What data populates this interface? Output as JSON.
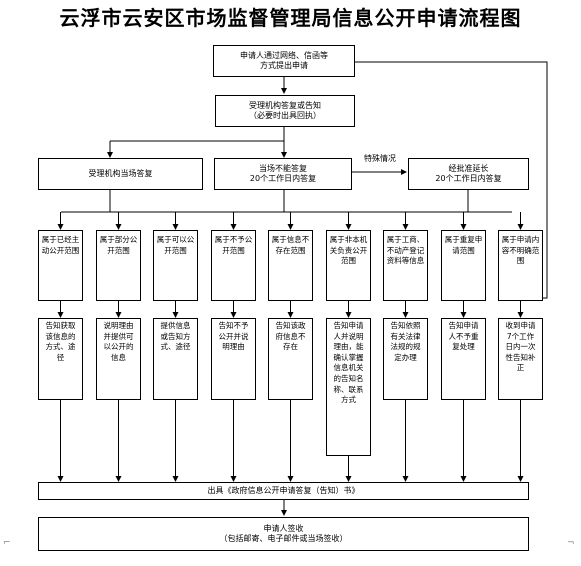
{
  "title": "云浮市云安区市场监督管理局信息公开申请流程图",
  "apply": [
    "申请人通过网络、信函等",
    "方式提出申请"
  ],
  "accept": [
    "受理机构答复或告知",
    "（必要时出具回执）"
  ],
  "reply_now": "受理机构当场答复",
  "cannot_now": [
    "当场不能答复",
    "20个工作日内答复"
  ],
  "special": "特殊情况",
  "extend": [
    "经批准延长",
    "20个工作日内答复"
  ],
  "categories": [
    {
      "type": "属于已经主动公开范围",
      "result": "告知获取该信息的方式、途径"
    },
    {
      "type": "属于部分公开范围",
      "result": "说明理由并提供可以公开的信息"
    },
    {
      "type": "属于可以公开范围",
      "result": "提供信息或告知方式、途径"
    },
    {
      "type": "属于不予公开范围",
      "result": "告知不予公开并说明理由"
    },
    {
      "type": "属于信息不存在范围",
      "result": "告知该政府信息不存在"
    },
    {
      "type": "属于非本机关负责公开范围",
      "result": "告知申请人并说明理由，能确认掌握信息机关的告知名称、联系方式"
    },
    {
      "type": "属于工商、不动产登记资料等信息",
      "result": "告知依照有关法律法规的规定办理"
    },
    {
      "type": "属于重复申请范围",
      "result": "告知申请人不予重复处理"
    },
    {
      "type": "属于申请内容不明确范围",
      "result": "收到申请7个工作日内一次性告知补正"
    }
  ],
  "issue_doc": "出具《政府信息公开申请答复（告知）书》",
  "receipt": [
    "申请人签收",
    "（包括邮寄、电子邮件或当场签收）"
  ]
}
